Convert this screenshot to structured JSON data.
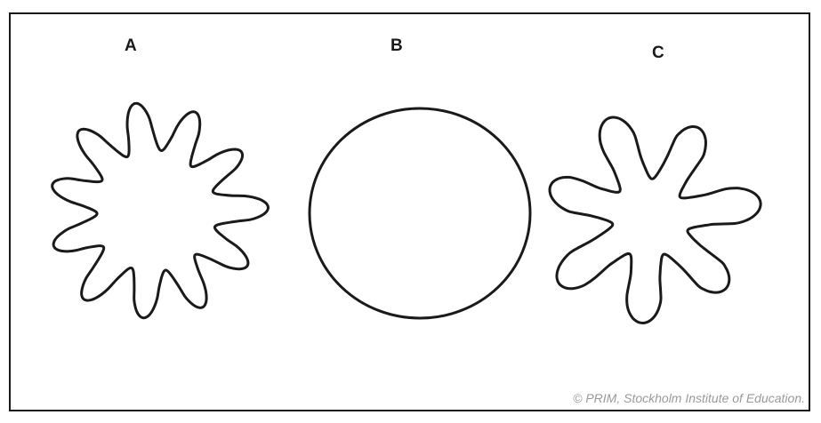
{
  "figure": {
    "labels": {
      "a": "A",
      "b": "B",
      "c": "C"
    },
    "credit": "© PRIM, Stockholm Institute of Education.",
    "line_color": "#1a1a1a"
  }
}
